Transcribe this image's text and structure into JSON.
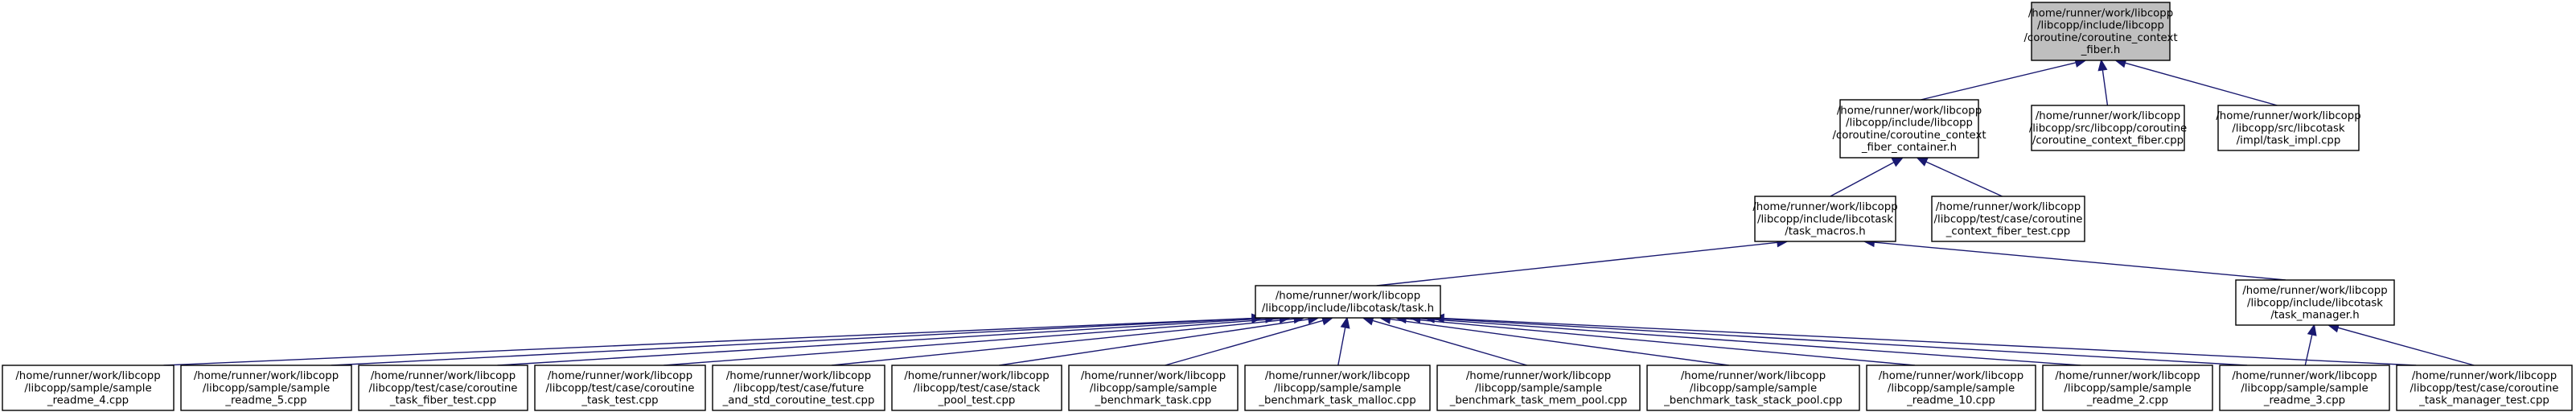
{
  "graph": {
    "colors": {
      "edge": "#191970",
      "node_border": "#000000",
      "node_fill": "#ffffff",
      "focus_fill": "#bfbfbf"
    },
    "nodes": [
      {
        "id": "fiber_h",
        "focus": true,
        "lines": [
          "/home/runner/work/libcopp",
          "/libcopp/include/libcopp",
          "/coroutine/coroutine_context",
          "_fiber.h"
        ]
      },
      {
        "id": "container_h",
        "lines": [
          "/home/runner/work/libcopp",
          "/libcopp/include/libcopp",
          "/coroutine/coroutine_context",
          "_fiber_container.h"
        ]
      },
      {
        "id": "fiber_cpp",
        "lines": [
          "/home/runner/work/libcopp",
          "/libcopp/src/libcopp/coroutine",
          "/coroutine_context_fiber.cpp"
        ]
      },
      {
        "id": "task_impl_cpp",
        "lines": [
          "/home/runner/work/libcopp",
          "/libcopp/src/libcotask",
          "/impl/task_impl.cpp"
        ]
      },
      {
        "id": "task_macros_h",
        "lines": [
          "/home/runner/work/libcopp",
          "/libcopp/include/libcotask",
          "/task_macros.h"
        ]
      },
      {
        "id": "fiber_test_cpp",
        "lines": [
          "/home/runner/work/libcopp",
          "/libcopp/test/case/coroutine",
          "_context_fiber_test.cpp"
        ]
      },
      {
        "id": "task_h",
        "lines": [
          "/home/runner/work/libcopp",
          "/libcopp/include/libcotask/task.h"
        ]
      },
      {
        "id": "task_manager_h",
        "lines": [
          "/home/runner/work/libcopp",
          "/libcopp/include/libcotask",
          "/task_manager.h"
        ]
      },
      {
        "id": "readme4",
        "lines": [
          "/home/runner/work/libcopp",
          "/libcopp/sample/sample",
          "_readme_4.cpp"
        ]
      },
      {
        "id": "readme5",
        "lines": [
          "/home/runner/work/libcopp",
          "/libcopp/sample/sample",
          "_readme_5.cpp"
        ]
      },
      {
        "id": "task_fiber_test",
        "lines": [
          "/home/runner/work/libcopp",
          "/libcopp/test/case/coroutine",
          "_task_fiber_test.cpp"
        ]
      },
      {
        "id": "task_test",
        "lines": [
          "/home/runner/work/libcopp",
          "/libcopp/test/case/coroutine",
          "_task_test.cpp"
        ]
      },
      {
        "id": "future_test",
        "lines": [
          "/home/runner/work/libcopp",
          "/libcopp/test/case/future",
          "_and_std_coroutine_test.cpp"
        ]
      },
      {
        "id": "stack_pool_test",
        "lines": [
          "/home/runner/work/libcopp",
          "/libcopp/test/case/stack",
          "_pool_test.cpp"
        ]
      },
      {
        "id": "bench_task",
        "lines": [
          "/home/runner/work/libcopp",
          "/libcopp/sample/sample",
          "_benchmark_task.cpp"
        ]
      },
      {
        "id": "bench_malloc",
        "lines": [
          "/home/runner/work/libcopp",
          "/libcopp/sample/sample",
          "_benchmark_task_malloc.cpp"
        ]
      },
      {
        "id": "bench_mem_pool",
        "lines": [
          "/home/runner/work/libcopp",
          "/libcopp/sample/sample",
          "_benchmark_task_mem_pool.cpp"
        ]
      },
      {
        "id": "bench_stack_pool",
        "lines": [
          "/home/runner/work/libcopp",
          "/libcopp/sample/sample",
          "_benchmark_task_stack_pool.cpp"
        ]
      },
      {
        "id": "readme10",
        "lines": [
          "/home/runner/work/libcopp",
          "/libcopp/sample/sample",
          "_readme_10.cpp"
        ]
      },
      {
        "id": "readme2",
        "lines": [
          "/home/runner/work/libcopp",
          "/libcopp/sample/sample",
          "_readme_2.cpp"
        ]
      },
      {
        "id": "readme3",
        "lines": [
          "/home/runner/work/libcopp",
          "/libcopp/sample/sample",
          "_readme_3.cpp"
        ]
      },
      {
        "id": "manager_test",
        "lines": [
          "/home/runner/work/libcopp",
          "/libcopp/test/case/coroutine",
          "_task_manager_test.cpp"
        ]
      }
    ],
    "edges": [
      {
        "from": "container_h",
        "to": "fiber_h"
      },
      {
        "from": "fiber_cpp",
        "to": "fiber_h"
      },
      {
        "from": "task_impl_cpp",
        "to": "fiber_h"
      },
      {
        "from": "task_macros_h",
        "to": "container_h"
      },
      {
        "from": "fiber_test_cpp",
        "to": "container_h"
      },
      {
        "from": "task_h",
        "to": "task_macros_h"
      },
      {
        "from": "task_manager_h",
        "to": "task_macros_h"
      },
      {
        "from": "readme4",
        "to": "task_h"
      },
      {
        "from": "readme5",
        "to": "task_h"
      },
      {
        "from": "task_fiber_test",
        "to": "task_h"
      },
      {
        "from": "task_test",
        "to": "task_h"
      },
      {
        "from": "future_test",
        "to": "task_h"
      },
      {
        "from": "stack_pool_test",
        "to": "task_h"
      },
      {
        "from": "bench_task",
        "to": "task_h"
      },
      {
        "from": "bench_malloc",
        "to": "task_h"
      },
      {
        "from": "bench_mem_pool",
        "to": "task_h"
      },
      {
        "from": "bench_stack_pool",
        "to": "task_h"
      },
      {
        "from": "readme10",
        "to": "task_h"
      },
      {
        "from": "readme2",
        "to": "task_h"
      },
      {
        "from": "readme3",
        "to": "task_h"
      },
      {
        "from": "manager_test",
        "to": "task_h"
      },
      {
        "from": "readme3",
        "to": "task_manager_h"
      },
      {
        "from": "manager_test",
        "to": "task_manager_h"
      }
    ]
  }
}
